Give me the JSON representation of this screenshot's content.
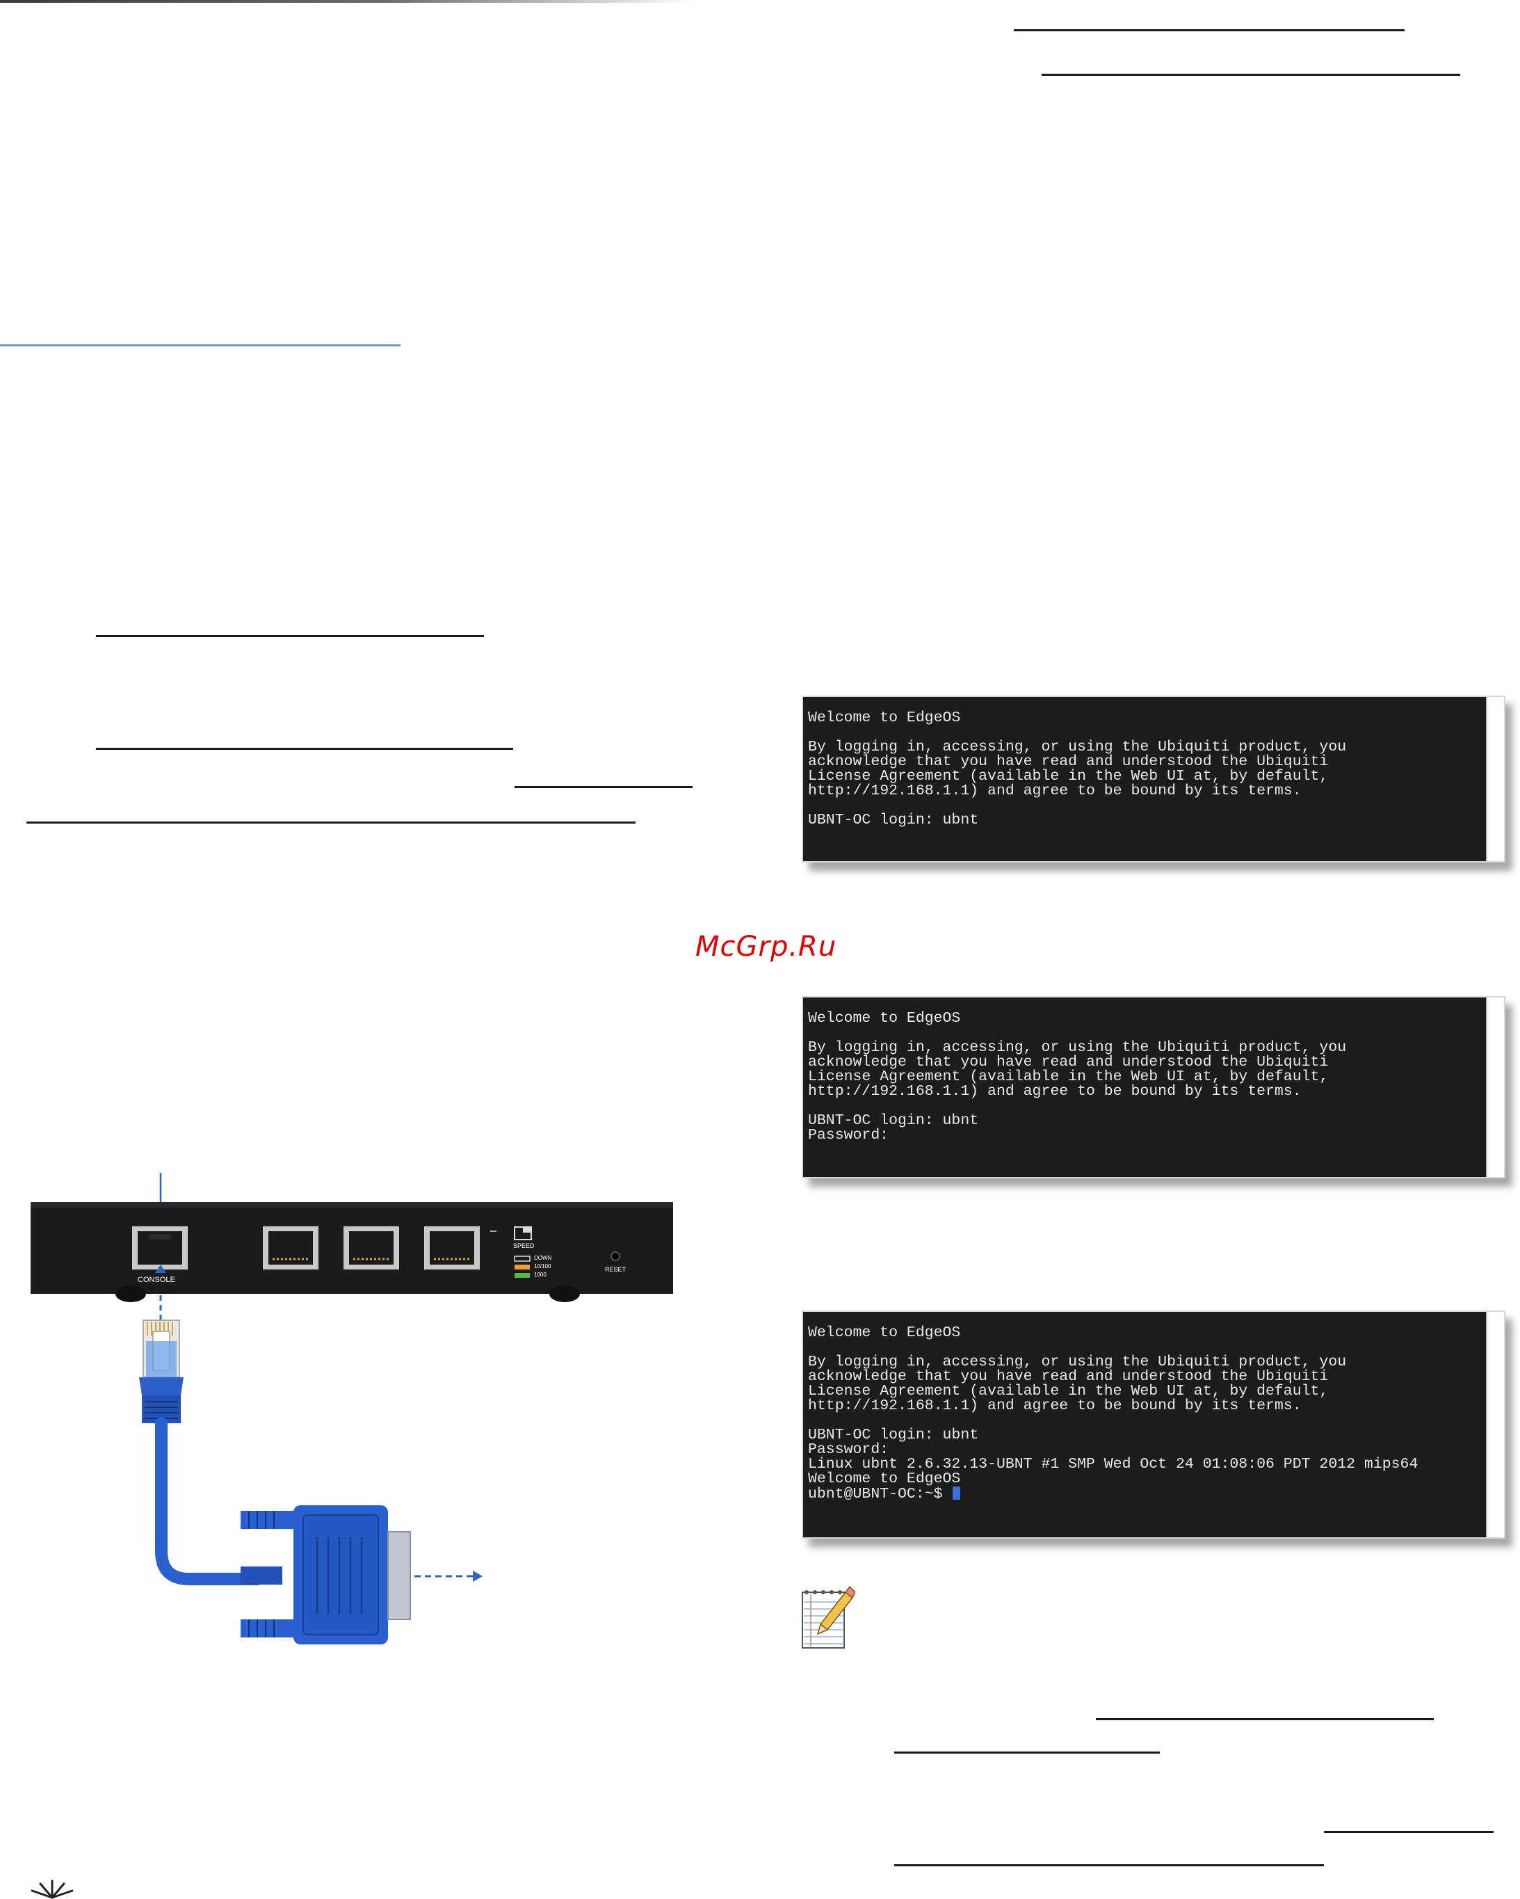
{
  "watermark": "McGrp.Ru",
  "router": {
    "console_label": "CONSOLE",
    "speed_label": "SPEED",
    "legend": [
      {
        "label": "DOWN",
        "color": "#1c1c1c"
      },
      {
        "label": "10/100",
        "color": "#f0a030"
      },
      {
        "label": "1000",
        "color": "#5ab44a"
      }
    ],
    "reset_label": "RESET"
  },
  "terminals": [
    {
      "lines": [
        "Welcome to EdgeOS",
        "",
        "By logging in, accessing, or using the Ubiquiti product, you",
        "acknowledge that you have read and understood the Ubiquiti",
        "License Agreement (available in the Web UI at, by default,",
        "http://192.168.1.1) and agree to be bound by its terms.",
        "",
        "UBNT-OC login: ubnt"
      ]
    },
    {
      "lines": [
        "Welcome to EdgeOS",
        "",
        "By logging in, accessing, or using the Ubiquiti product, you",
        "acknowledge that you have read and understood the Ubiquiti",
        "License Agreement (available in the Web UI at, by default,",
        "http://192.168.1.1) and agree to be bound by its terms.",
        "",
        "UBNT-OC login: ubnt",
        "Password:"
      ]
    },
    {
      "lines": [
        "Welcome to EdgeOS",
        "",
        "By logging in, accessing, or using the Ubiquiti product, you",
        "acknowledge that you have read and understood the Ubiquiti",
        "License Agreement (available in the Web UI at, by default,",
        "http://192.168.1.1) and agree to be bound by its terms.",
        "",
        "UBNT-OC login: ubnt",
        "Password:",
        "Linux ubnt 2.6.32.13-UBNT #1 SMP Wed Oct 24 01:08:06 PDT 2012 mips64",
        "Welcome to EdgeOS",
        "ubnt@UBNT-OC:~$ "
      ]
    }
  ],
  "icons": {
    "note": "notepad-pencil-icon",
    "logo": "ubiquiti-logo-icon"
  }
}
